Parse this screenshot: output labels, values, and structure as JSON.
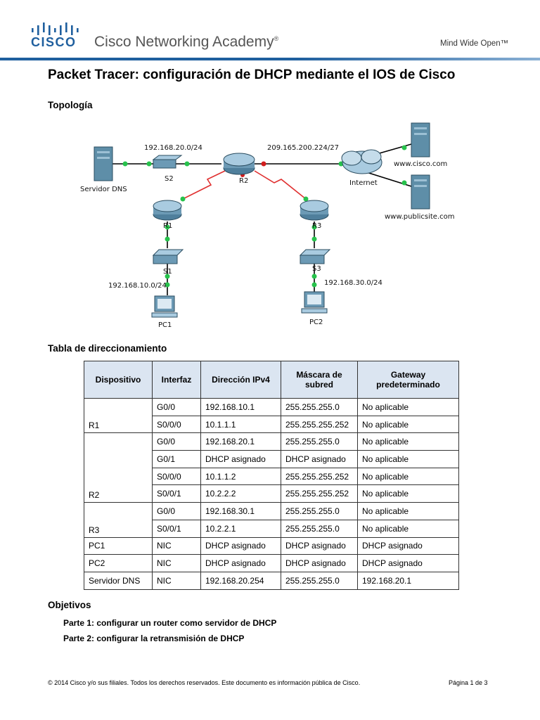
{
  "header": {
    "brand": "CISCO",
    "academy": "Cisco Networking Academy",
    "registered": "®",
    "tagline": "Mind Wide Open™"
  },
  "title": "Packet Tracer: configuración de DHCP mediante el IOS de Cisco",
  "sections": {
    "topology": "Topología",
    "addressing": "Tabla de direccionamiento",
    "objectives": "Objetivos"
  },
  "topology": {
    "labels": {
      "dns": "Servidor DNS",
      "s2": "S2",
      "r2": "R2",
      "r1": "R1",
      "r3": "R3",
      "s1": "S1",
      "s3": "S3",
      "pc1": "PC1",
      "pc2": "PC2",
      "internet": "Internet",
      "cisco_site": "www.cisco.com",
      "public_site": "www.publicsite.com",
      "net20": "192.168.20.0/24",
      "net209": "209.165.200.224/27",
      "net10": "192.168.10.0/24",
      "net30": "192.168.30.0/24"
    }
  },
  "table": {
    "headers": [
      "Dispositivo",
      "Interfaz",
      "Dirección IPv4",
      "Máscara de subred",
      "Gateway predeterminado"
    ],
    "rows": [
      [
        "",
        "G0/0",
        "192.168.10.1",
        "255.255.255.0",
        "No aplicable"
      ],
      [
        "R1",
        "S0/0/0",
        "10.1.1.1",
        "255.255.255.252",
        "No aplicable"
      ],
      [
        "",
        "G0/0",
        "192.168.20.1",
        "255.255.255.0",
        "No aplicable"
      ],
      [
        "",
        "G0/1",
        "DHCP asignado",
        "DHCP asignado",
        "No aplicable"
      ],
      [
        "",
        "S0/0/0",
        "10.1.1.2",
        "255.255.255.252",
        "No aplicable"
      ],
      [
        "R2",
        "S0/0/1",
        "10.2.2.2",
        "255.255.255.252",
        "No aplicable"
      ],
      [
        "",
        "G0/0",
        "192.168.30.1",
        "255.255.255.0",
        "No aplicable"
      ],
      [
        "R3",
        "S0/0/1",
        "10.2.2.1",
        "255.255.255.0",
        "No aplicable"
      ],
      [
        "PC1",
        "NIC",
        "DHCP asignado",
        "DHCP asignado",
        "DHCP asignado"
      ],
      [
        "PC2",
        "NIC",
        "DHCP asignado",
        "DHCP asignado",
        "DHCP asignado"
      ],
      [
        "Servidor DNS",
        "NIC",
        "192.168.20.254",
        "255.255.255.0",
        "192.168.20.1"
      ]
    ]
  },
  "objectives": [
    "Parte 1: configurar un router como servidor de DHCP",
    "Parte 2: configurar la retransmisión de DHCP"
  ],
  "footer": {
    "copyright": "© 2014 Cisco y/o sus filiales. Todos los derechos reservados. Este documento es información pública de Cisco.",
    "page": "Página 1 de 3"
  },
  "colors": {
    "brand_blue": "#1f5f9e",
    "table_header": "#dbe5f1",
    "serial_link": "#e03030",
    "port_up": "#27c24c",
    "port_down": "#d21d1d"
  }
}
